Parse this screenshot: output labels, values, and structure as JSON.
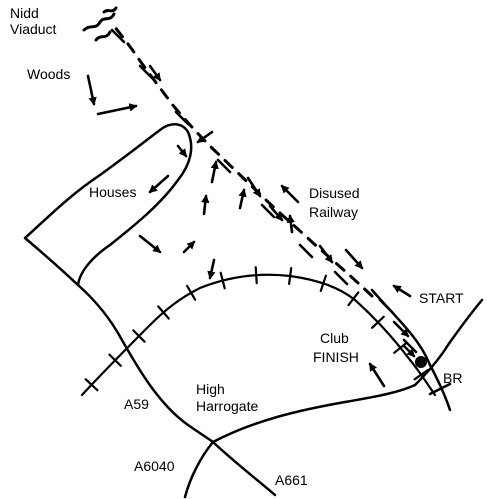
{
  "labels": {
    "nidd_viaduct": "Nidd Viaduct",
    "woods": "Woods",
    "houses": "Houses",
    "disused_railway": "Disused Railway",
    "start": "START",
    "club": "Club",
    "finish": "FINISH",
    "br": "BR",
    "high_harrogate": "High Harrogate",
    "a59": "A59",
    "a6040": "A6040",
    "a661": "A661"
  },
  "colors": {
    "ink": "#000000",
    "paper": "#ffffff"
  },
  "icons": {
    "route_arrow": "arrow-icon",
    "rail_tick": "railway-crosstie",
    "station": "filled-dot"
  }
}
